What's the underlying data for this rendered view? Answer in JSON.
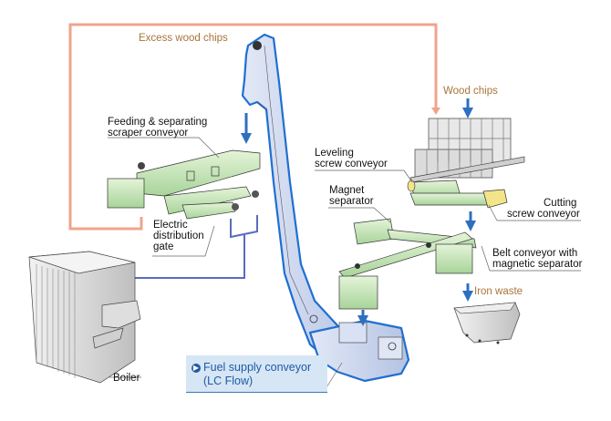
{
  "diagram": {
    "title": "Wood chip fuel supply system",
    "labels": {
      "excess_wood_chips": "Excess wood chips",
      "wood_chips": "Wood chips",
      "feeding_line1": "Feeding & separating",
      "feeding_line2": "scraper conveyor",
      "leveling_line1": "Leveling",
      "leveling_line2": "screw conveyor",
      "magnet_line1": "Magnet",
      "magnet_line2": "separator",
      "cutting_line1": "Cutting",
      "cutting_line2": "screw conveyor",
      "belt_line1": "Belt conveyor with",
      "belt_line2": "magnetic separator",
      "iron_waste": "Iron waste",
      "electric_line1": "Electric",
      "electric_line2": "distribution",
      "electric_line3": "gate",
      "boiler": "Boiler",
      "fuel_line1": "Fuel supply conveyor",
      "fuel_line2": "(LC Flow)"
    },
    "callout_icon": "circle-arrow-right-icon",
    "colors": {
      "return_line": "#f0a48c",
      "flow_arrow": "#2f6fc0",
      "feed_line": "#5b6bbf",
      "conveyor_body": "#c9d6ec",
      "conveyor_outline": "#1f6fd0",
      "machine_green": "#c8e6b8",
      "label_brown": "#a8743a",
      "callout_bg": "#d6e6f5",
      "callout_text": "#1f5aa6"
    },
    "components": [
      "Fuel supply conveyor (LC Flow)",
      "Feeding & separating scraper conveyor",
      "Electric distribution gate",
      "Boiler",
      "Leveling screw conveyor",
      "Cutting screw conveyor",
      "Magnet separator",
      "Belt conveyor with magnetic separator",
      "Iron waste bin",
      "Wood chips hopper"
    ]
  }
}
